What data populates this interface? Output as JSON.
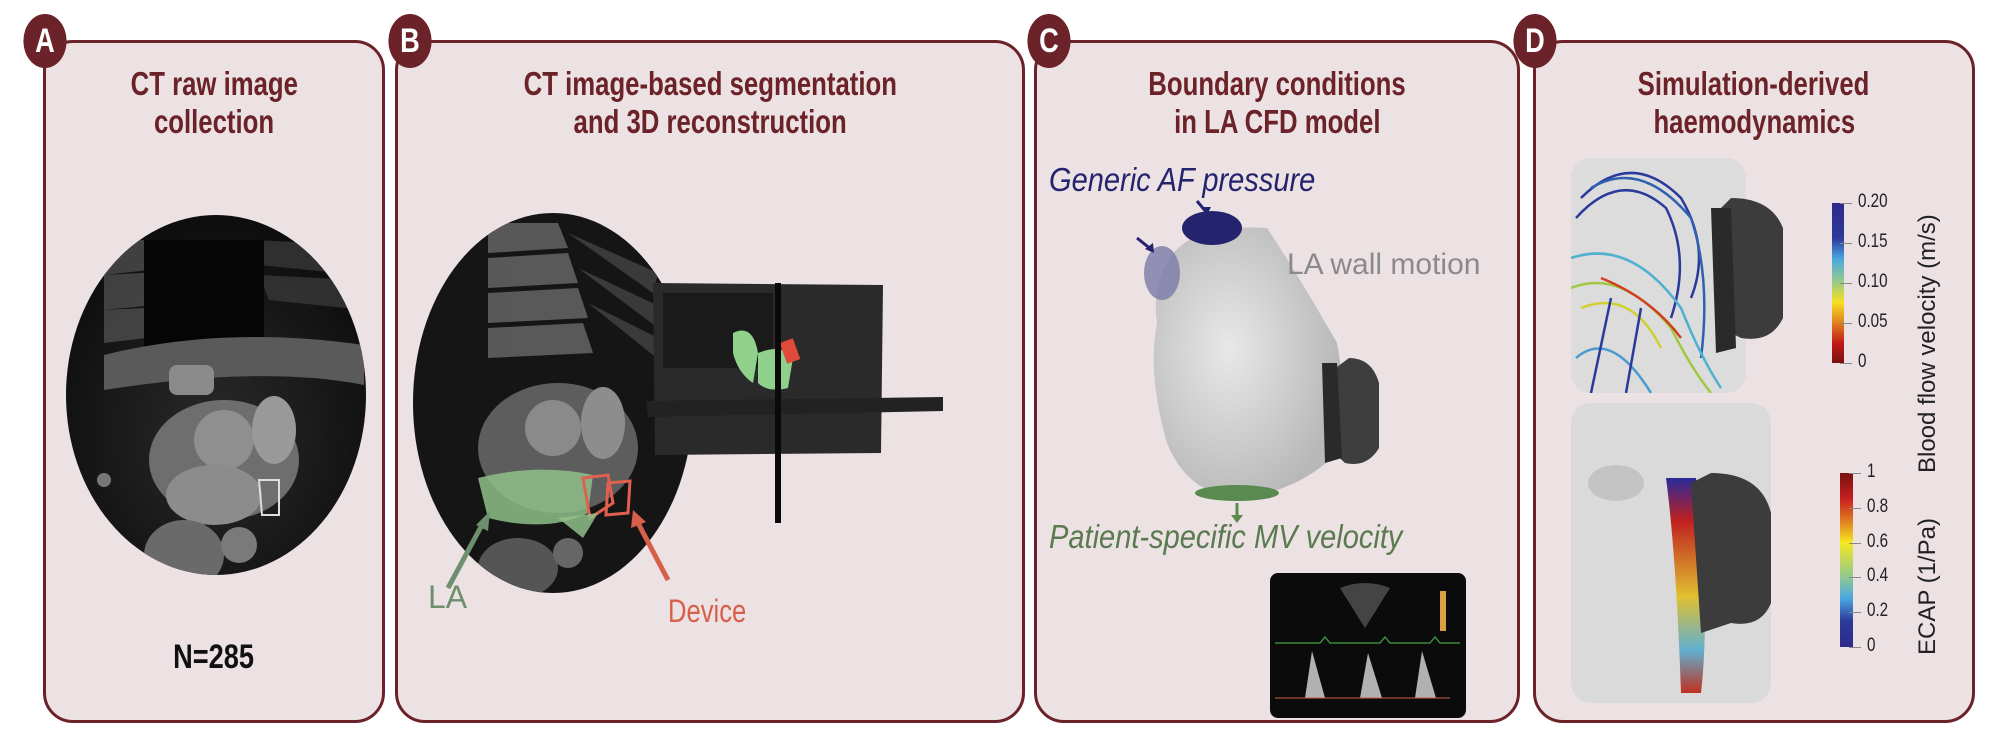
{
  "panels": [
    {
      "label": "A",
      "title_line1": "CT raw image",
      "title_line2": "collection",
      "count": "N=285"
    },
    {
      "label": "B",
      "title_line1": "CT image-based segmentation",
      "title_line2": "and 3D reconstruction",
      "annotation_la": "LA",
      "annotation_device": "Device"
    },
    {
      "label": "C",
      "title_line1": "Boundary conditions",
      "title_line2": "in LA CFD model",
      "annotation_inlet": "Generic AF pressure",
      "annotation_wall": "LA wall motion",
      "annotation_outlet": "Patient-specific MV velocity"
    },
    {
      "label": "D",
      "title_line1": "Simulation-derived",
      "title_line2": "haemodynamics"
    }
  ],
  "colorbars": {
    "velocity": {
      "title": "Blood flow velocity (m/s)",
      "ticks": [
        "0.20",
        "0.15",
        "0.10",
        "0.05",
        "0"
      ],
      "range": [
        0,
        0.2
      ]
    },
    "ecap": {
      "title": "ECAP (1/Pa)",
      "ticks": [
        "1",
        "0.8",
        "0.6",
        "0.4",
        "0.2",
        "0"
      ],
      "range": [
        0,
        1
      ]
    }
  },
  "colors": {
    "brand": "#6b2228",
    "panel_bg": "#ece1e3",
    "inlet": "#2a2a7a",
    "wall": "#8a8a8a",
    "outlet": "#5a7a50",
    "la": "#6d8f6d",
    "device": "#d8604a"
  }
}
